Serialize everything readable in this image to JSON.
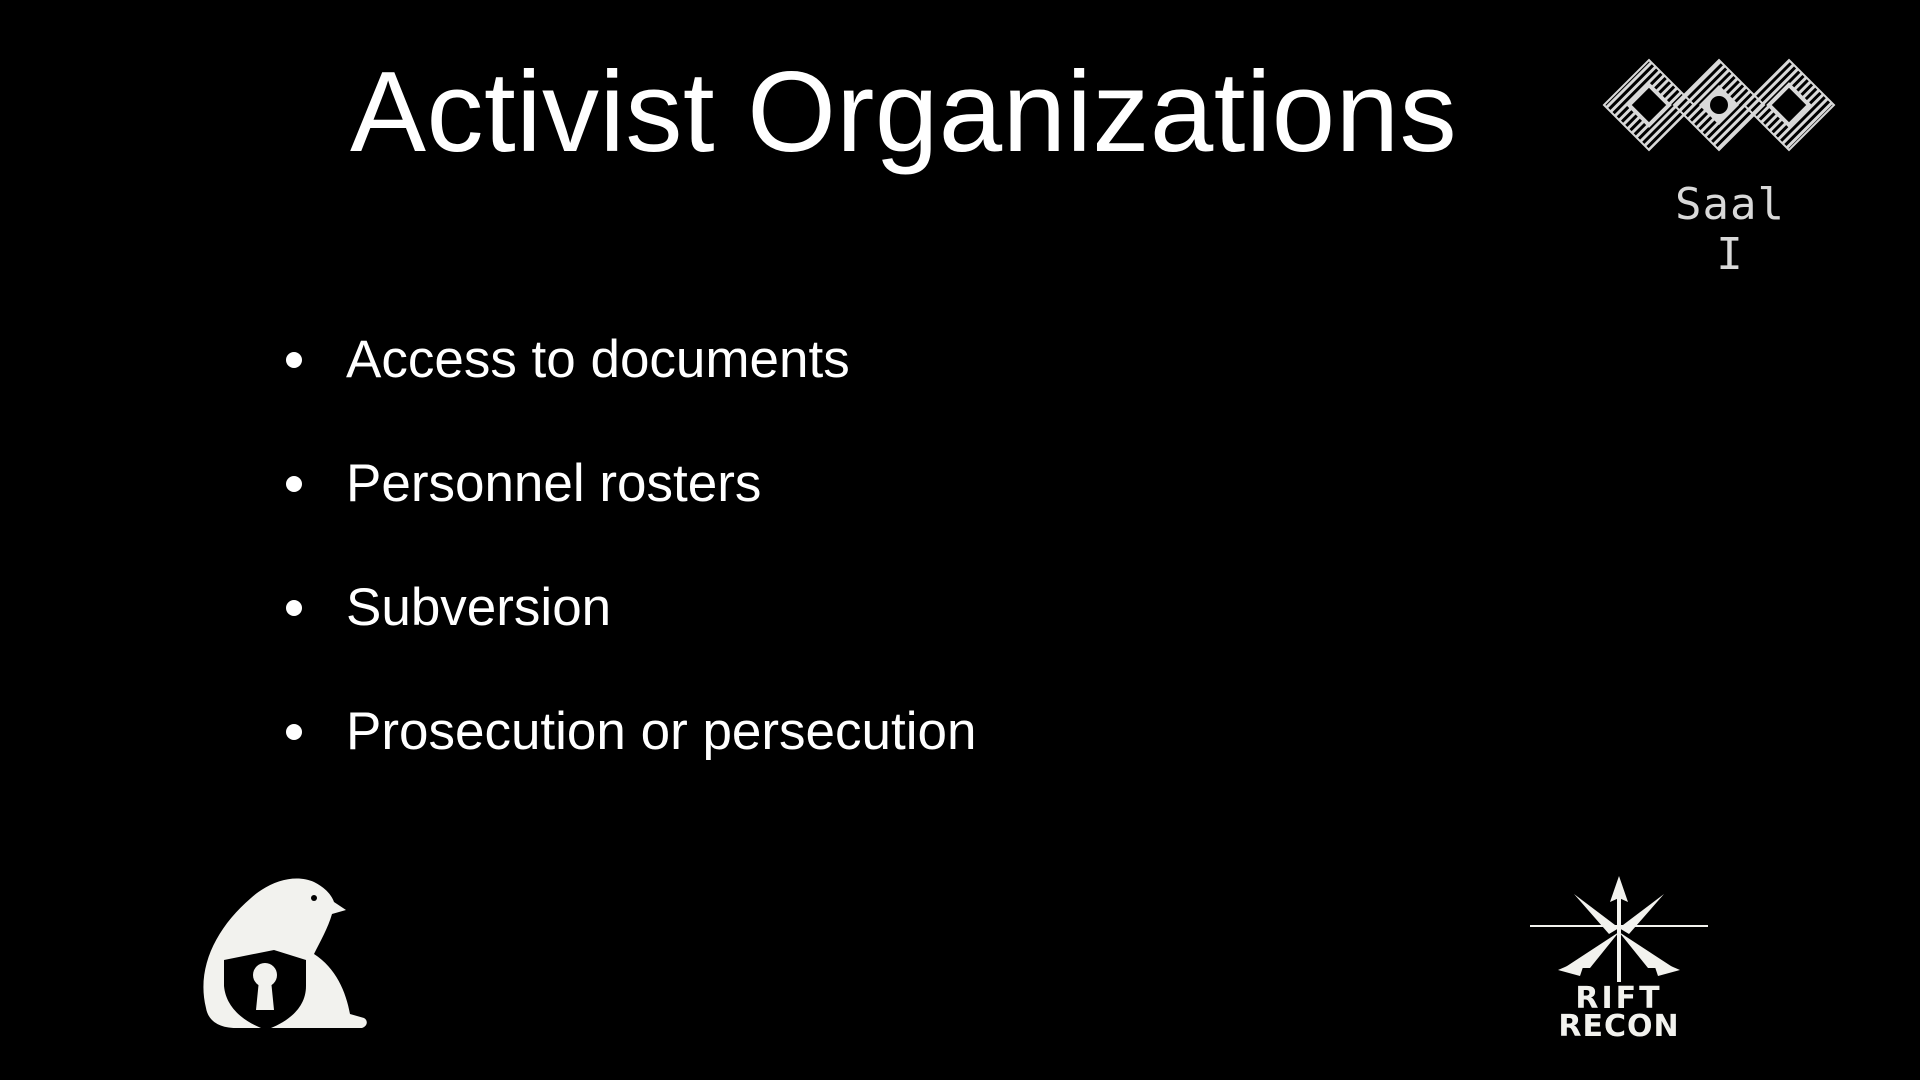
{
  "slide": {
    "title": "Activist Organizations",
    "bullets": [
      {
        "text": "Access to documents"
      },
      {
        "text": "Personnel rosters"
      },
      {
        "text": "Subversion"
      },
      {
        "text": "Prosecution or persecution"
      }
    ]
  },
  "branding": {
    "room_label": "Saal I",
    "event_logo_icon": "geometric-diamond-logo-icon",
    "left_logo_icon": "seal-with-keyhole-shield-icon",
    "right_logo_icon": "rift-recon-star-arrow-icon",
    "right_logo_text_line1": "RIFT",
    "right_logo_text_line2": "RECON"
  },
  "colors": {
    "background": "#000000",
    "text": "#ffffff",
    "logo_gray": "#d9d9d9"
  }
}
